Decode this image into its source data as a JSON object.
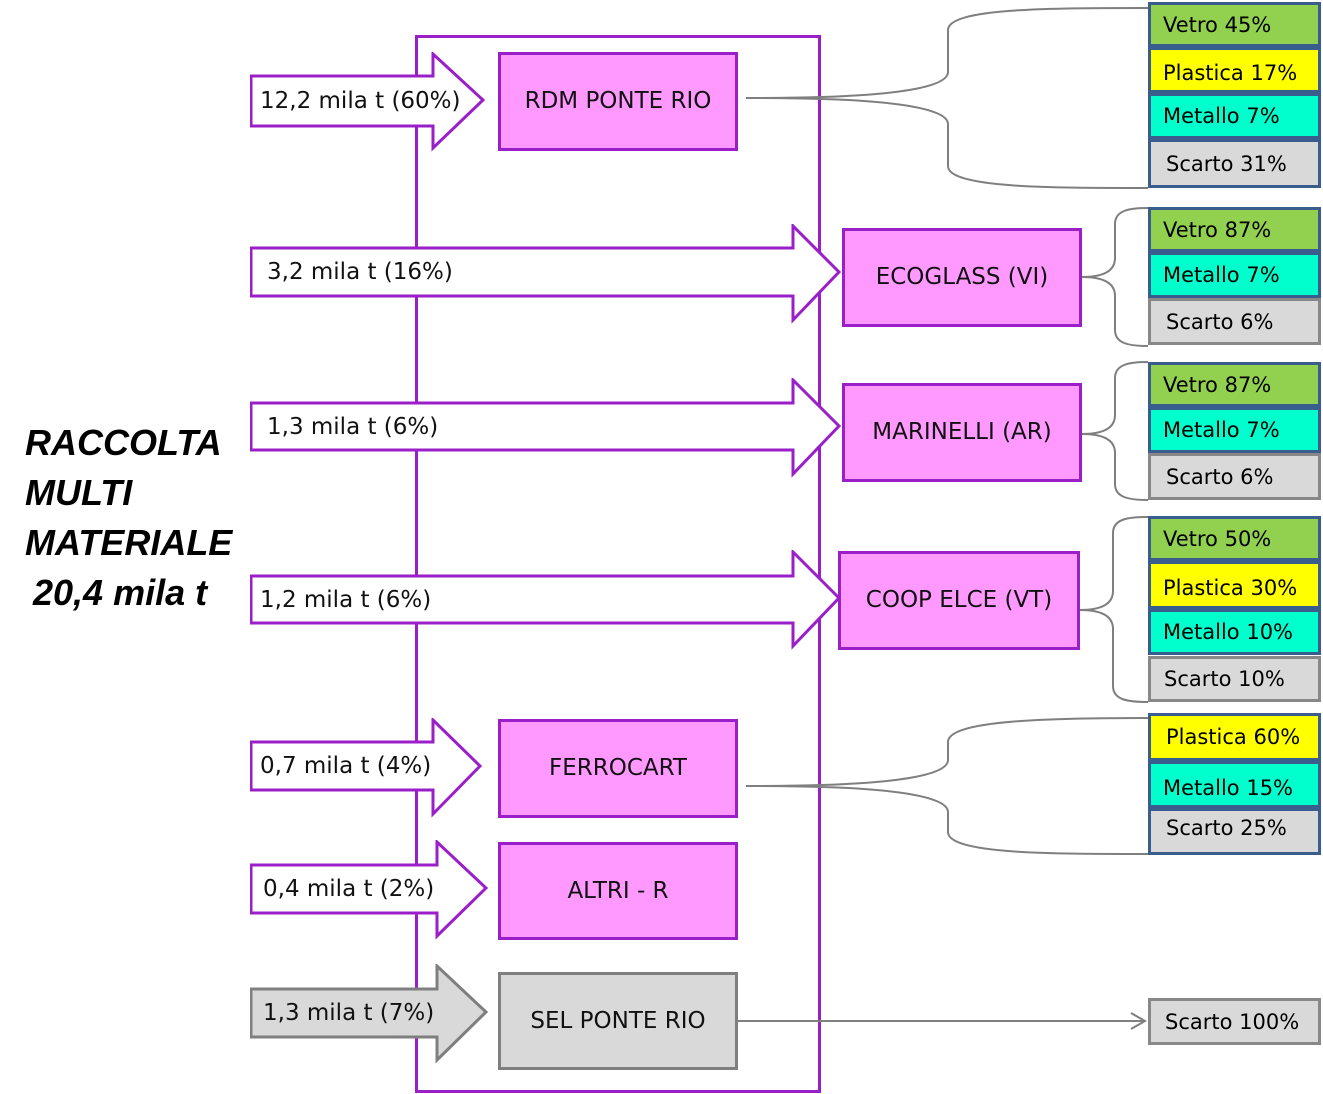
{
  "title": {
    "lines": [
      "RACCOLTA",
      "MULTI",
      "MATERIALE",
      "20,4 mila t"
    ]
  },
  "colors": {
    "plant_fill": "#ff99ff",
    "plant_border": "#9b1fc9",
    "grey_fill": "#d9d9d9",
    "vetro": "#92d050",
    "plastica": "#ffff00",
    "metallo": "#00ffcc",
    "scarto": "#d9d9d9"
  },
  "flows": [
    {
      "amount_label": "12,2 mila t (60%)",
      "plant_label": "RDM PONTE RIO",
      "outputs": [
        {
          "label": "Vetro 45%",
          "material": "vetro"
        },
        {
          "label": "Plastica 17%",
          "material": "plastica"
        },
        {
          "label": "Metallo 7%",
          "material": "metallo"
        },
        {
          "label": "Scarto 31%",
          "material": "scarto"
        }
      ]
    },
    {
      "amount_label": "3,2 mila t (16%)",
      "plant_label": "ECOGLASS (VI)",
      "outputs": [
        {
          "label": "Vetro 87%",
          "material": "vetro"
        },
        {
          "label": "Metallo 7%",
          "material": "metallo"
        },
        {
          "label": "Scarto 6%",
          "material": "scarto"
        }
      ]
    },
    {
      "amount_label": "1,3 mila t (6%)",
      "plant_label": "MARINELLI (AR)",
      "outputs": [
        {
          "label": "Vetro 87%",
          "material": "vetro"
        },
        {
          "label": "Metallo 7%",
          "material": "metallo"
        },
        {
          "label": "Scarto 6%",
          "material": "scarto"
        }
      ]
    },
    {
      "amount_label": "1,2 mila t (6%)",
      "plant_label": "COOP ELCE (VT)",
      "outputs": [
        {
          "label": "Vetro 50%",
          "material": "vetro"
        },
        {
          "label": "Plastica 30%",
          "material": "plastica"
        },
        {
          "label": "Metallo 10%",
          "material": "metallo"
        },
        {
          "label": "Scarto 10%",
          "material": "scarto"
        }
      ]
    },
    {
      "amount_label": "0,7 mila t (4%)",
      "plant_label": "FERROCART",
      "outputs": [
        {
          "label": "Plastica 60%",
          "material": "plastica"
        },
        {
          "label": "Metallo 15%",
          "material": "metallo"
        },
        {
          "label": "Scarto 25%",
          "material": "scarto"
        }
      ]
    },
    {
      "amount_label": "0,4 mila t (2%)",
      "plant_label": "ALTRI - R",
      "outputs": []
    },
    {
      "amount_label": "1,3 mila t (7%)",
      "plant_label": "SEL PONTE RIO",
      "outputs": [
        {
          "label": "Scarto 100%",
          "material": "scarto"
        }
      ]
    }
  ]
}
